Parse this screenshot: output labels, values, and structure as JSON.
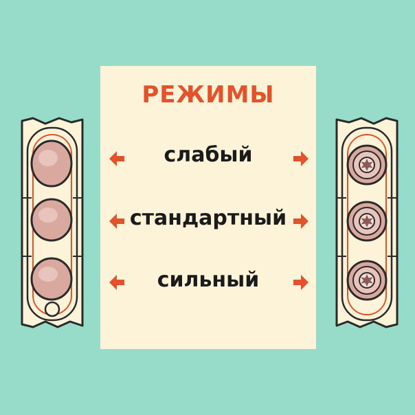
{
  "title": "РЕЖИМЫ",
  "modes": [
    {
      "label": "слабый"
    },
    {
      "label": "стандартный"
    },
    {
      "label": "сильный"
    }
  ],
  "colors": {
    "background": "#96dcc8",
    "panel": "#fdf3d8",
    "accent": "#e2532b",
    "text": "#1b1b1b",
    "roller": "#d9a9a0"
  },
  "icons": {
    "left_strip": "smooth-rollers-strip",
    "right_strip": "gear-rollers-strip",
    "arrow_left": "arrow-left-icon",
    "arrow_right": "arrow-right-icon"
  }
}
